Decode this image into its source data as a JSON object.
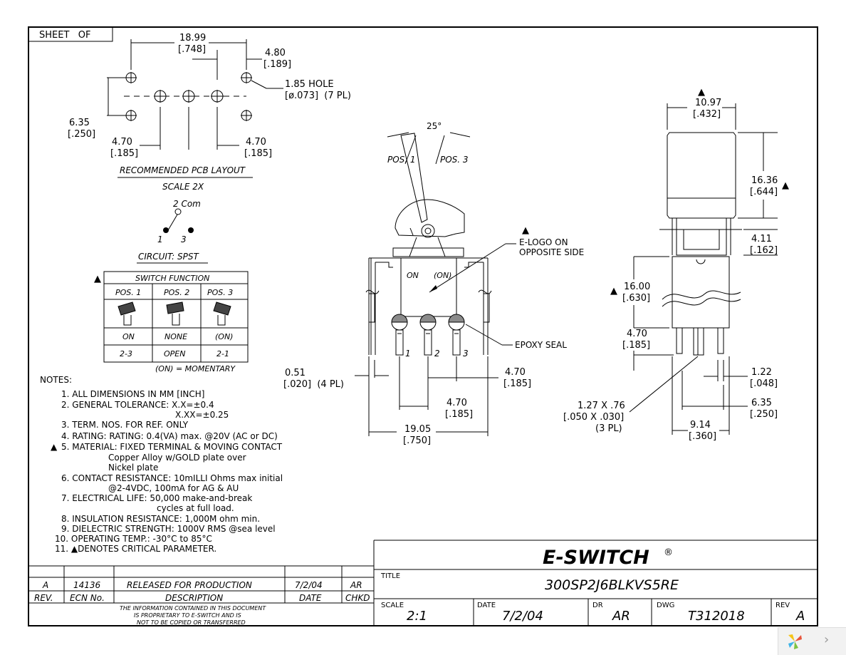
{
  "sheet": {
    "label": "SHEET   OF"
  },
  "pcb": {
    "dim_width": "18.99",
    "dim_width_in": "[.748]",
    "dim_edge": "4.80",
    "dim_edge_in": "[.189]",
    "hole_label": "1.85 HOLE",
    "hole_label_in": "[ø.073]  (7 PL)",
    "dim_height": "6.35",
    "dim_height_in": "[.250]",
    "dim_left": "4.70",
    "dim_left_in": "[.185]",
    "dim_right": "4.70",
    "dim_right_in": "[.185]",
    "caption": "RECOMMENDED PCB LAYOUT",
    "scale": "SCALE 2X"
  },
  "circuit": {
    "common": "2 Com",
    "pin1": "1",
    "pin3": "3",
    "caption": "CIRCUIT: SPST"
  },
  "switch_function": {
    "title": "SWITCH FUNCTION",
    "headers": [
      "POS. 1",
      "POS. 2",
      "POS. 3"
    ],
    "states": [
      "ON",
      "NONE",
      "(ON)"
    ],
    "contacts": [
      "2-3",
      "OPEN",
      "2-1"
    ],
    "note": "(ON) = MOMENTARY"
  },
  "front_view": {
    "angle": "25°",
    "pos1": "POS. 1",
    "pos3": "POS. 3",
    "body_on": "ON",
    "body_on_mom": "(ON)",
    "elogo_1": "E-LOGO ON",
    "elogo_2": "OPPOSITE SIDE",
    "epoxy": "EPOXY SEAL",
    "term1": "1",
    "term2": "2",
    "term3": "3",
    "dim_term": "0.51",
    "dim_term_in": "[.020]  (4 PL)",
    "dim_pitch_r": "4.70",
    "dim_pitch_r_in": "[.185]",
    "dim_pitch_m": "4.70",
    "dim_pitch_m_in": "[.185]",
    "dim_overall": "19.05",
    "dim_overall_in": "[.750]"
  },
  "side_view": {
    "dim_width": "10.97",
    "dim_width_in": "[.432]",
    "dim_cap": "16.36",
    "dim_cap_in": "[.644]",
    "dim_bush": "4.11",
    "dim_bush_in": "[.162]",
    "dim_body": "16.00",
    "dim_body_in": "[.630]",
    "dim_pin": "4.70",
    "dim_pin_in": "[.185]",
    "dim_pin_w": "1.22",
    "dim_pin_w_in": "[.048]",
    "dim_spacing": "6.35",
    "dim_spacing_in": "[.250]",
    "dim_pinsize": "1.27 X .76",
    "dim_pinsize_in": "[.050 X .030]",
    "dim_pinsize_pl": "(3 PL)",
    "dim_depth": "9.14",
    "dim_depth_in": "[.360]"
  },
  "notes": {
    "heading": "NOTES:",
    "lines": [
      "1. ALL DIMENSIONS IN MM [INCH]",
      "2. GENERAL TOLERANCE: X.X=±0.4",
      "X.XX=±0.25",
      "3. TERM. NOS. FOR REF. ONLY",
      "4. RATING: RATING: 0.4(VA) max. @20V (AC or DC)",
      "5. MATERIAL: FIXED TERMINAL & MOVING CONTACT",
      "Copper Alloy w/GOLD plate over",
      "Nickel plate",
      "6. CONTACT RESISTANCE: 10mILLI Ohms max initial",
      "@2-4VDC, 100mA for AG & AU",
      "7. ELECTRICAL LIFE: 50,000 make-and-break",
      "cycles at full load.",
      "8. INSULATION RESISTANCE: 1,000M ohm min.",
      "9. DIELECTRIC STRENGTH: 1000V RMS @sea level",
      "10. OPERATING TEMP.: -30°C to 85°C",
      "11. ▲DENOTES CRITICAL PARAMETER."
    ]
  },
  "revision_block": {
    "rev": "A",
    "ecn": "14136",
    "description": "RELEASED FOR PRODUCTION",
    "date": "7/2/04",
    "chkd": "AR",
    "headers": [
      "REV.",
      "ECN No.",
      "DESCRIPTION",
      "DATE",
      "CHKD"
    ],
    "proprietary": [
      "THE INFORMATION CONTAINED IN THIS DOCUMENT",
      "IS PROPRIETARY TO E-SWITCH AND IS",
      "NOT TO BE COPIED OR TRANSFERRED"
    ]
  },
  "title_block": {
    "brand": "E-SWITCH",
    "registered": "®",
    "title_label": "TITLE",
    "title": "300SP2J6BLKVS5RE",
    "scale_label": "SCALE",
    "scale": "2:1",
    "date_label": "DATE",
    "date": "7/2/04",
    "dr_label": "DR",
    "dr": "AR",
    "dwg_label": "DWG",
    "dwg": "T312018",
    "rev_label": "REV",
    "rev": "A"
  },
  "critical_marker": "▲",
  "viewer": {
    "next_icon": "chevron-right-icon",
    "logo_colors": [
      "#f5c518",
      "#e8543b",
      "#3fb4e8",
      "#7cc242"
    ]
  }
}
